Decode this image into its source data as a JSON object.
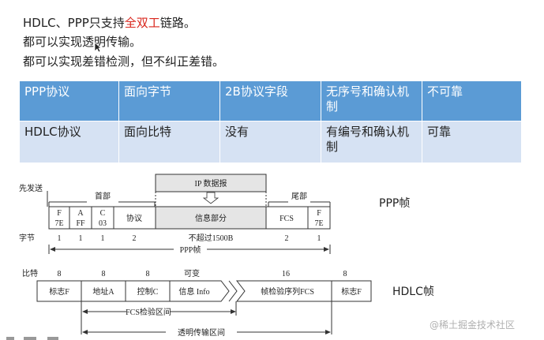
{
  "intro": {
    "line1": {
      "pre": "HDLC、PPP只支持",
      "hl": "全双工",
      "post": "链路。"
    },
    "line2": "都可以实现透明传输。",
    "line3": "都可以实现差错检测，但不纠正差错。"
  },
  "table": {
    "header": [
      "PPP协议",
      "面向字节",
      "2B协议字段",
      "无序号和确认机制",
      "不可靠"
    ],
    "row": [
      "HDLC协议",
      "面向比特",
      "没有",
      "有编号和确认机制",
      "可靠"
    ]
  },
  "ppp": {
    "label": "PPP帧",
    "first_sent": "先发送",
    "ip_datagram": "IP 数据报",
    "header": "首部",
    "trailer": "尾部",
    "fields": [
      {
        "top": "F",
        "bottom": "7E"
      },
      {
        "top": "A",
        "bottom": "FF"
      },
      {
        "top": "C",
        "bottom": "03"
      },
      {
        "top": "",
        "bottom": "协议"
      },
      {
        "top": "",
        "bottom": "信息部分"
      },
      {
        "top": "",
        "bottom": "FCS"
      },
      {
        "top": "F",
        "bottom": "7E"
      }
    ],
    "byte_label": "字节",
    "bytes": [
      "1",
      "1",
      "1",
      "2",
      "不超过1500B",
      "2",
      "1"
    ],
    "span_label": "PPP帧"
  },
  "hdlc": {
    "label": "HDLC帧",
    "bit_label": "比特",
    "bits": [
      "8",
      "8",
      "8",
      "可变",
      "16",
      "8"
    ],
    "fields": [
      "标志F",
      "地址A",
      "控制C",
      "信息 Info",
      "帧检验序列FCS",
      "标志F"
    ],
    "fcs_range": "FCS检验区间",
    "transparent_range": "透明传输区间"
  },
  "watermark": "@稀土掘金技术社区",
  "colors": {
    "accent": "#d9261c",
    "table_header": "#5b9bd5",
    "table_row": "#d6e2f3"
  }
}
